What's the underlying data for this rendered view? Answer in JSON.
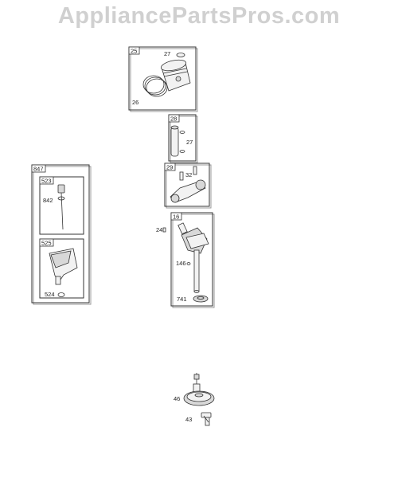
{
  "watermark": "AppliancePartsPros.com",
  "groups": {
    "piston": {
      "tag": "25",
      "labels": {
        "ring_clip": "27",
        "rings": "26"
      }
    },
    "pin": {
      "tag": "28",
      "labels": {
        "clip": "27"
      }
    },
    "rod": {
      "tag": "29",
      "labels": {
        "bolt": "32"
      }
    },
    "crank": {
      "tag": "16",
      "labels": {
        "key": "24",
        "pin": "146",
        "gear": "741"
      }
    },
    "dipstick_assy": {
      "tag": "847"
    },
    "dipstick": {
      "tag": "523",
      "labels": {
        "seal": "842"
      }
    },
    "tube": {
      "tag": "525",
      "labels": {
        "oring": "524"
      }
    }
  },
  "loose": {
    "cam_gear": "46",
    "lifter": "43"
  }
}
